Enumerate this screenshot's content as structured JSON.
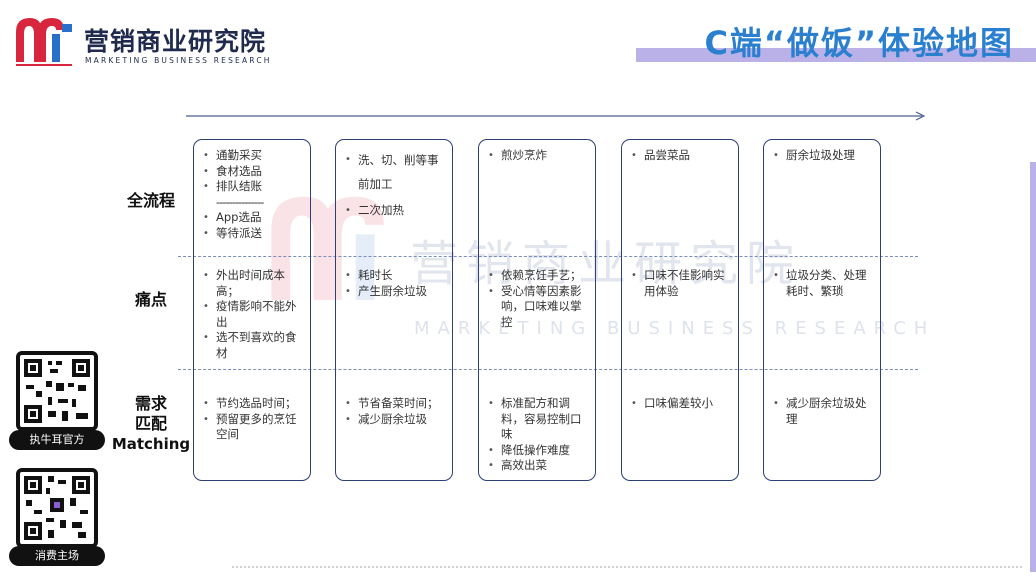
{
  "brand": {
    "name": "营销商业研究院",
    "subtitle": "MARKETING BUSINESS RESEARCH"
  },
  "page_title": "C端“做饭”体验地图",
  "watermark": {
    "text": "营销商业研究院",
    "subtitle": "MARKETING BUSINESS RESEARCH"
  },
  "row_labels": {
    "process": "全流程",
    "pain": "痛点",
    "matching_cn": "需求\n匹配",
    "matching_en": "Matching"
  },
  "columns": [
    {
      "process": [
        "通勤采买",
        "食材选品",
        "排队结账",
        "---------------",
        "App选品",
        "等待派送"
      ],
      "pain": [
        "外出时间成本高；",
        "疫情影响不能外出",
        "选不到喜欢的食材"
      ],
      "matching": [
        "节约选品时间；",
        "预留更多的烹饪空间"
      ]
    },
    {
      "process": [
        "洗、切、削等事前加工",
        "二次加热"
      ],
      "pain": [
        "耗时长",
        "产生厨余垃圾"
      ],
      "matching": [
        "节省备菜时间；",
        "减少厨余垃圾"
      ]
    },
    {
      "process": [
        "煎炒烹炸"
      ],
      "pain": [
        "依赖烹饪手艺；",
        "受心情等因素影响，口味难以掌控"
      ],
      "matching": [
        "标准配方和调料，容易控制口味",
        "降低操作难度",
        "高效出菜"
      ]
    },
    {
      "process": [
        "品尝菜品"
      ],
      "pain": [
        "口味不佳影响实用体验"
      ],
      "matching": [
        "口味偏差较小"
      ]
    },
    {
      "process": [
        "厨余垃圾处理"
      ],
      "pain": [
        "垃圾分类、处理耗时、繁琐"
      ],
      "matching": [
        "减少厨余垃圾处理"
      ]
    }
  ],
  "qr_codes": [
    {
      "caption": "执牛耳官方"
    },
    {
      "caption": "消费主场"
    }
  ],
  "colors": {
    "title": "#2a7fcf",
    "accent_bar": "#b9b1e8",
    "card_border": "#2e3f73",
    "logo_red": "#d7263d",
    "logo_blue": "#2a6fc9"
  }
}
